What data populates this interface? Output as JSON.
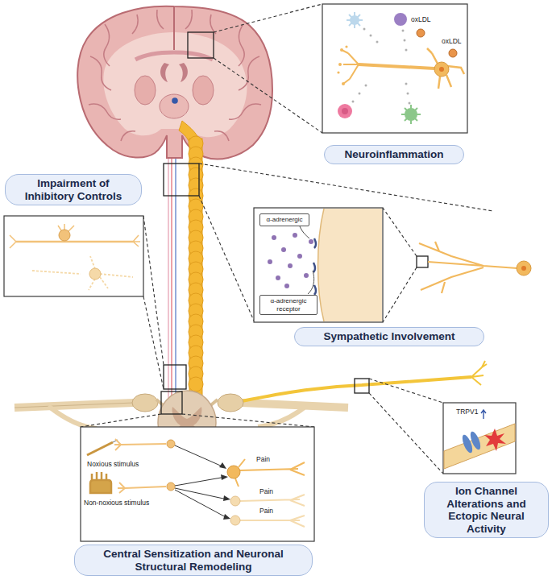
{
  "diagram": {
    "nodes": [
      {
        "text": [
          "Neuroinflammation"
        ]
      },
      {
        "text": [
          "Impairment of Inhibitory Controls"
        ]
      },
      {
        "text": [
          "α-adrenergic"
        ]
      },
      {
        "text": [
          "α-adrenergic receptor"
        ]
      },
      {
        "text": [
          "Sympathetic Involvement"
        ]
      },
      {
        "text": [
          "Ion Channel Alterations and Ectopic Neural Activity"
        ]
      },
      {
        "text": [
          "Central Sensitization and Neuronal Structural Remodeling"
        ]
      }
    ],
    "labels": [
      "oxLDL",
      "oxLDL",
      "TRPV1",
      "Noxious stimulus",
      "Non-noxious stimulus",
      "Pain",
      "Pain",
      "Pain"
    ]
  }
}
